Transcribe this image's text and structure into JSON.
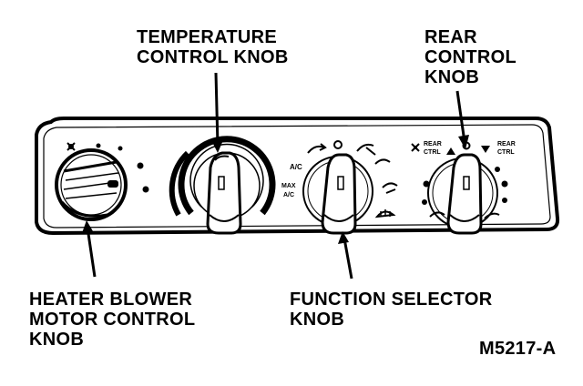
{
  "callouts": {
    "temperature": [
      "TEMPERATURE",
      "CONTROL KNOB"
    ],
    "rear": [
      "REAR",
      "CONTROL",
      "KNOB"
    ],
    "blower": [
      "HEATER BLOWER",
      "MOTOR CONTROL",
      "KNOB"
    ],
    "function": [
      "FUNCTION SELECTOR",
      "KNOB"
    ]
  },
  "panel_labels": {
    "ac": "A/C",
    "max_ac_top": "MAX",
    "max_ac_bottom": "A/C",
    "rear_ctrl_left_top": "REAR",
    "rear_ctrl_left_bottom": "CTRL",
    "rear_ctrl_right_top": "REAR",
    "rear_ctrl_right_bottom": "CTRL"
  },
  "figure_id": "M5217-A",
  "icons": [
    "fan-icon",
    "max-heat-arc-icon",
    "vent-icon",
    "off-icon",
    "floor-vent-icon",
    "defrost-icon",
    "up-arrow-icon",
    "down-arrow-icon"
  ]
}
